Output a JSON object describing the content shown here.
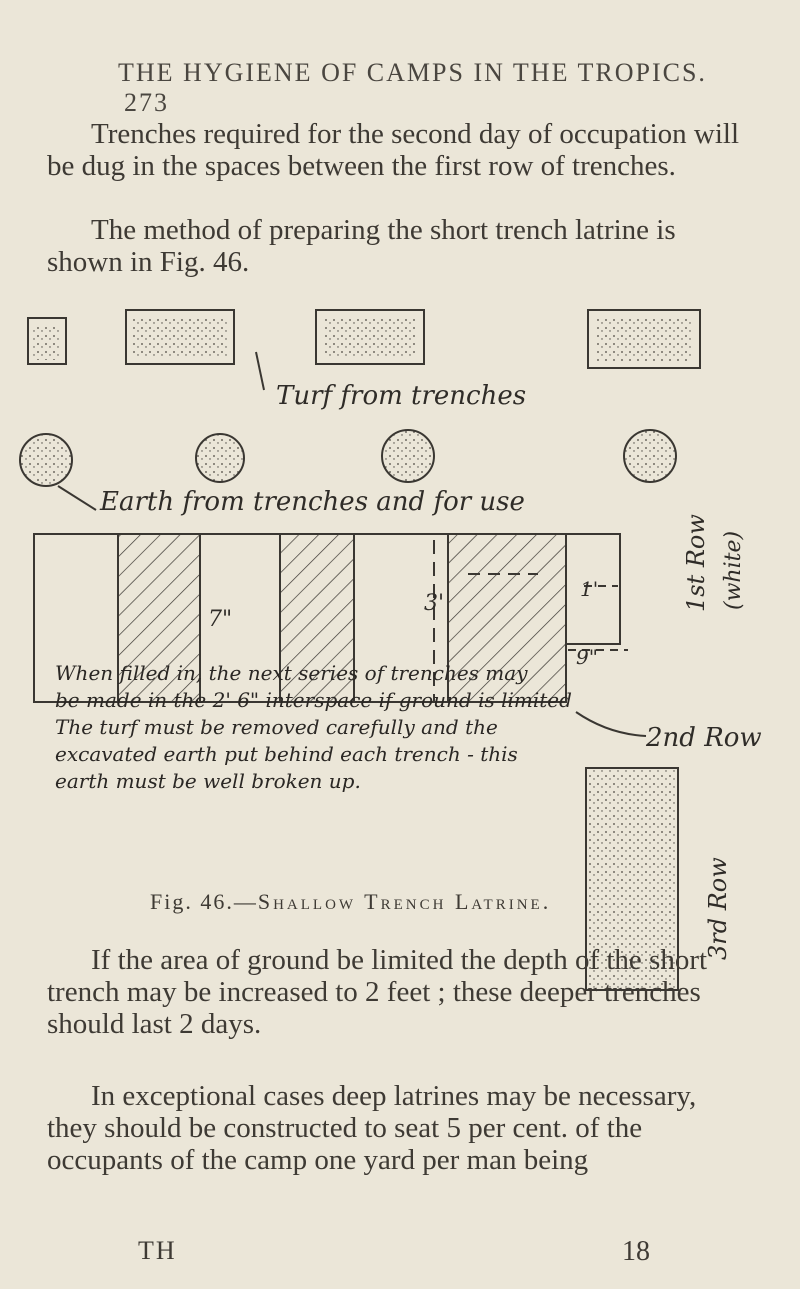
{
  "header": {
    "running_title": "THE HYGIENE OF CAMPS IN THE TROPICS.",
    "page_number": "273"
  },
  "paragraphs": [
    "Trenches required for the second day of occupation will be dug in the spaces between the first row of trenches.",
    "The method of preparing the short trench latrine is shown in Fig. 46."
  ],
  "figure": {
    "label_turf": "Turf from trenches",
    "label_earth": "Earth from trenches and for use",
    "dim_7": "7\"",
    "dim_3": "3'",
    "dim_1": "1'",
    "dim_9": "9\"",
    "label_row1": "1st Row",
    "label_row1_note": "(white)",
    "label_row2": "2nd Row",
    "label_row3": "3rd Row",
    "note_lines": [
      "When filled in, the next series of trenches may",
      "be made in the 2' 6\" interspace if ground is limited",
      "The turf must be removed carefully and the",
      "excavated earth put behind each trench - this",
      "earth must be well broken up."
    ]
  },
  "caption": {
    "fig": "Fig. 46.—",
    "title": "Shallow Trench Latrine."
  },
  "paragraphs_after": [
    "If the area of ground be limited the depth of the short trench may be increased to 2 feet ; these deeper trenches should last 2 days.",
    "In exceptional cases deep latrines may be necessary, they should be constructed to seat 5 per cent. of the occupants of the camp one yard per man being"
  ],
  "footer": {
    "signature": "TH",
    "sheet_number": "18"
  }
}
